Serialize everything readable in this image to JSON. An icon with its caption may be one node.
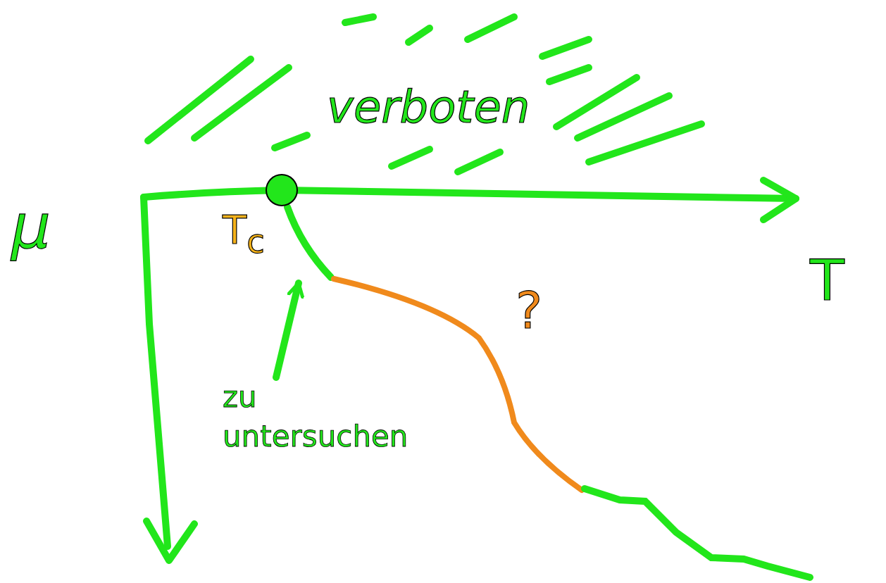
{
  "diagram": {
    "nodes": [
      {
        "text": [],
        "shape": "line"
      },
      {
        "text": [
          "zu untersuchen"
        ]
      }
    ],
    "edges": [
      {
        "from": 1,
        "to": 0,
        "arrow": "to"
      }
    ],
    "labels": [
      "verboten",
      "μ",
      "T$_{c}$",
      "T",
      "?"
    ]
  }
}
